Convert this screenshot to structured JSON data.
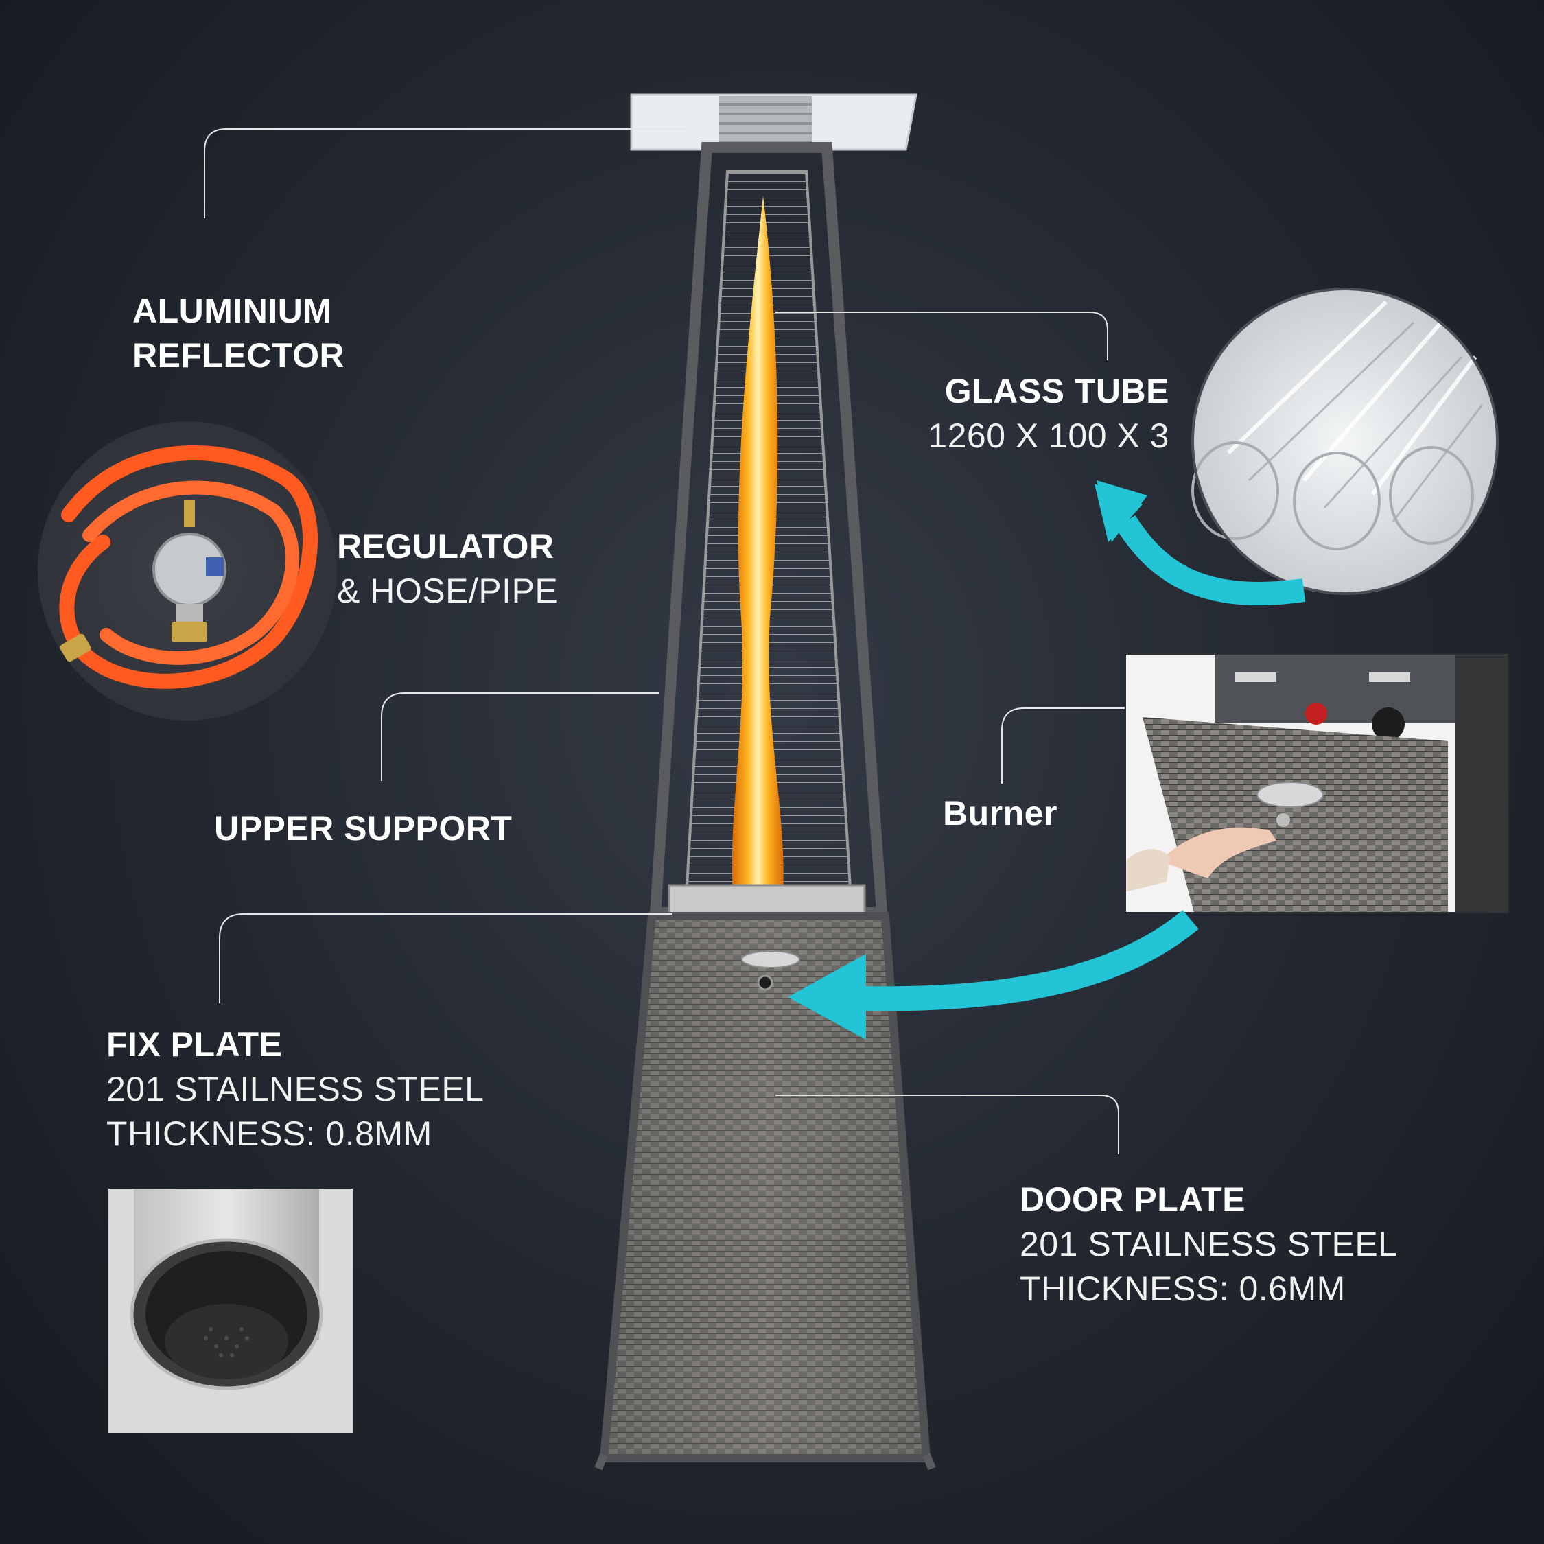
{
  "labels": {
    "aluminium_reflector": {
      "line1": "ALUMINIUM",
      "line2": "REFLECTOR"
    },
    "regulator": {
      "title": "REGULATOR",
      "subtitle": "& HOSE/PIPE"
    },
    "upper_support": {
      "title": "UPPER SUPPORT"
    },
    "fix_plate": {
      "title": "FIX PLATE",
      "line1": "201 STAILNESS STEEL",
      "line2": "THICKNESS: 0.8MM"
    },
    "glass_tube": {
      "title": "GLASS TUBE",
      "subtitle": "1260 X 100 X 3"
    },
    "burner": {
      "title": "Burner"
    },
    "door_plate": {
      "title": "DOOR PLATE",
      "line1": "201 STAILNESS STEEL",
      "line2": "THICKNESS: 0.6MM"
    }
  },
  "colors": {
    "accent_arrow": "#23c4d6",
    "callout_line": "#e6e6e6",
    "hose": "#ff5a1f",
    "flame": "#ffb21f"
  },
  "icons": [
    "glass-tube-photo",
    "regulator-hose-photo",
    "burner-door-photo",
    "fix-plate-photo",
    "patio-heater-illustration"
  ]
}
